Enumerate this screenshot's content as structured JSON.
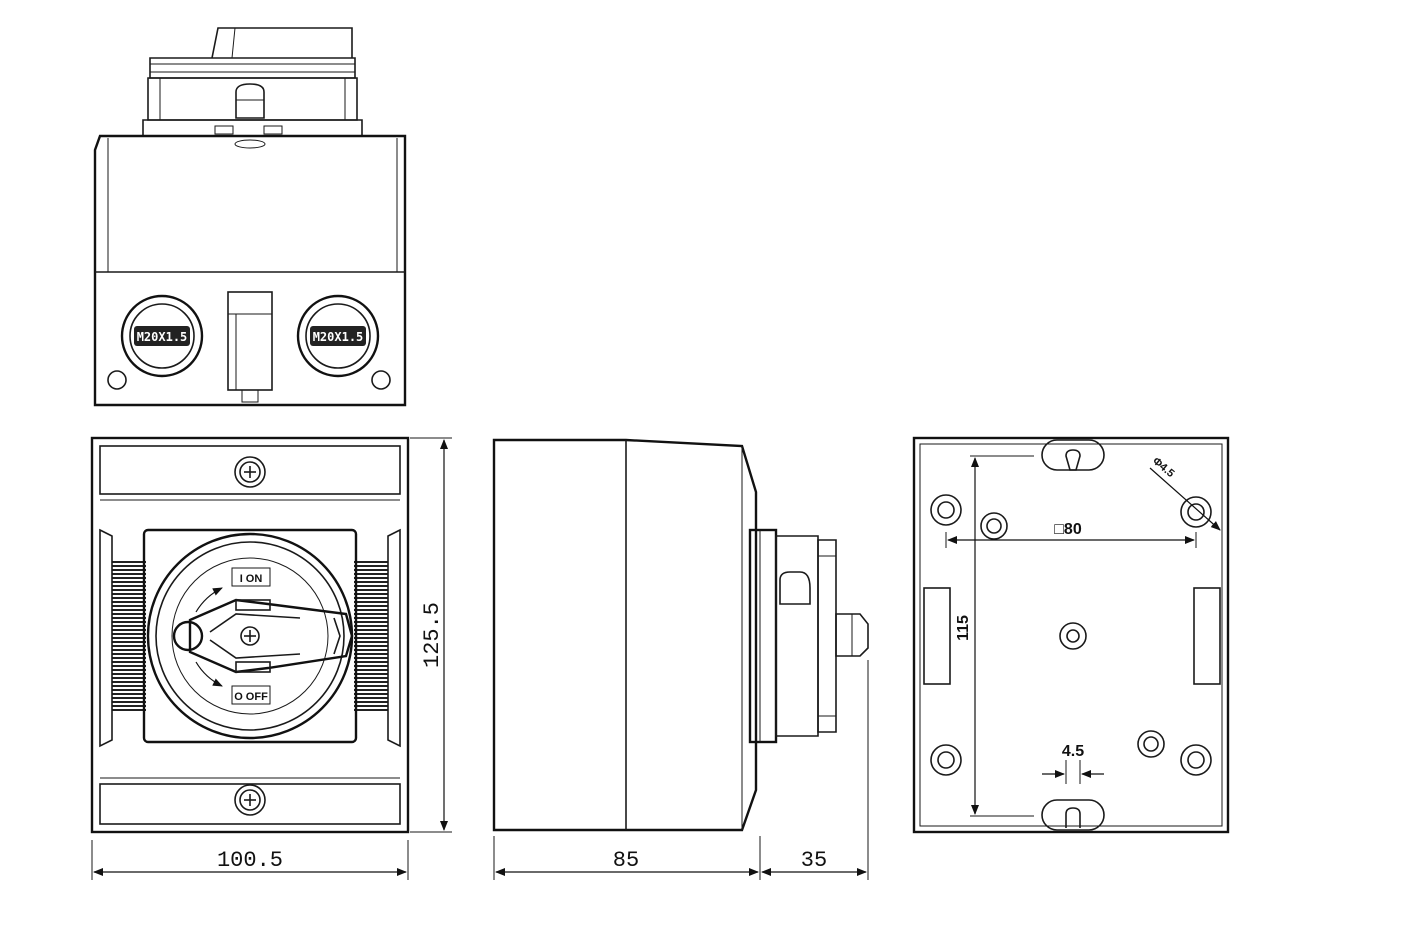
{
  "dimensions": {
    "front_width": "100.5",
    "front_height": "125.5",
    "side_depth": "85",
    "handle_depth": "35",
    "hole_spacing_vertical": "115",
    "hole_spacing_square": "□80",
    "slot_width": "4.5",
    "hole_diameter": "Φ4.5"
  },
  "gland_labels": {
    "left": "M20X1.5",
    "right": "M20X1.5"
  },
  "switch_positions": {
    "on": "I ON",
    "off": "O OFF"
  }
}
